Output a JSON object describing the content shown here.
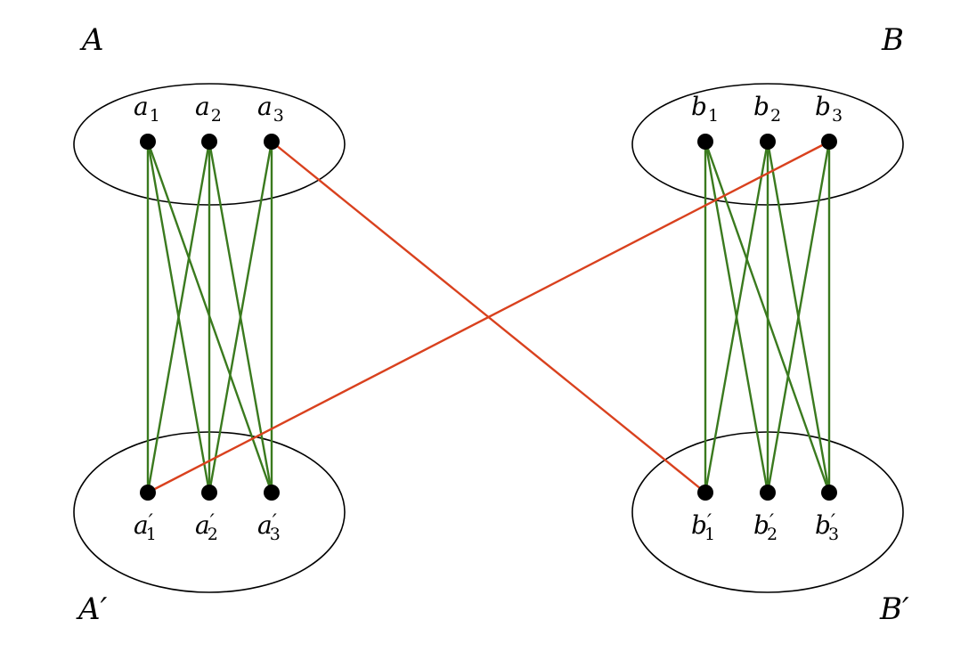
{
  "colors": {
    "green_edge": "#3a7a1e",
    "red_edge": "#d9411e",
    "ellipse_stroke": "#000000",
    "node_fill": "#000000"
  },
  "sets": [
    {
      "id": "A",
      "label": "A",
      "prime": ""
    },
    {
      "id": "B",
      "label": "B",
      "prime": ""
    },
    {
      "id": "Ap",
      "label": "A",
      "prime": "′"
    },
    {
      "id": "Bp",
      "label": "B",
      "prime": "′"
    }
  ],
  "nodes": [
    {
      "id": "a1",
      "base": "a",
      "sub": "1",
      "prime": ""
    },
    {
      "id": "a2",
      "base": "a",
      "sub": "2",
      "prime": ""
    },
    {
      "id": "a3",
      "base": "a",
      "sub": "3",
      "prime": ""
    },
    {
      "id": "b1",
      "base": "b",
      "sub": "1",
      "prime": ""
    },
    {
      "id": "b2",
      "base": "b",
      "sub": "2",
      "prime": ""
    },
    {
      "id": "b3",
      "base": "b",
      "sub": "3",
      "prime": ""
    },
    {
      "id": "a1p",
      "base": "a",
      "sub": "1",
      "prime": "′"
    },
    {
      "id": "a2p",
      "base": "a",
      "sub": "2",
      "prime": "′"
    },
    {
      "id": "a3p",
      "base": "a",
      "sub": "3",
      "prime": "′"
    },
    {
      "id": "b1p",
      "base": "b",
      "sub": "1",
      "prime": "′"
    },
    {
      "id": "b2p",
      "base": "b",
      "sub": "2",
      "prime": "′"
    },
    {
      "id": "b3p",
      "base": "b",
      "sub": "3",
      "prime": "′"
    }
  ],
  "edges": [
    {
      "from": "a1",
      "to": "a1p",
      "color": "green"
    },
    {
      "from": "a1",
      "to": "a2p",
      "color": "green"
    },
    {
      "from": "a1",
      "to": "a3p",
      "color": "green"
    },
    {
      "from": "a2",
      "to": "a1p",
      "color": "green"
    },
    {
      "from": "a2",
      "to": "a2p",
      "color": "green"
    },
    {
      "from": "a2",
      "to": "a3p",
      "color": "green"
    },
    {
      "from": "a3",
      "to": "a2p",
      "color": "green"
    },
    {
      "from": "a3",
      "to": "a3p",
      "color": "green"
    },
    {
      "from": "b1",
      "to": "b1p",
      "color": "green"
    },
    {
      "from": "b1",
      "to": "b2p",
      "color": "green"
    },
    {
      "from": "b1",
      "to": "b3p",
      "color": "green"
    },
    {
      "from": "b2",
      "to": "b1p",
      "color": "green"
    },
    {
      "from": "b2",
      "to": "b2p",
      "color": "green"
    },
    {
      "from": "b2",
      "to": "b3p",
      "color": "green"
    },
    {
      "from": "b3",
      "to": "b2p",
      "color": "green"
    },
    {
      "from": "b3",
      "to": "b3p",
      "color": "green"
    },
    {
      "from": "a3",
      "to": "b1p",
      "color": "red"
    },
    {
      "from": "b3",
      "to": "a1p",
      "color": "red"
    }
  ]
}
